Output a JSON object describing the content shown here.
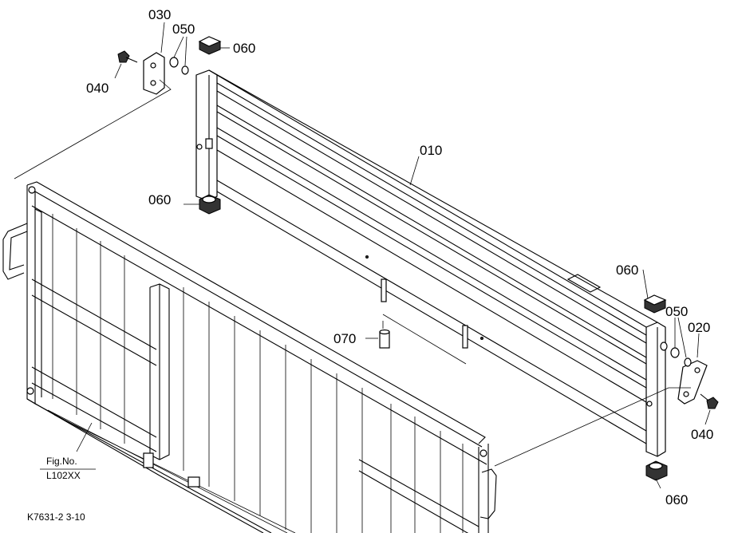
{
  "callouts": {
    "p010": "010",
    "p020": "020",
    "p030": "030",
    "p040_left": "040",
    "p040_right": "040",
    "p050_left": "050",
    "p050_right": "050",
    "p060_top_left": "060",
    "p060_bottom_left": "060",
    "p060_top_right": "060",
    "p060_bottom_right": "060",
    "p070": "070"
  },
  "fig_ref": {
    "line1": "Fig.No.",
    "line2": "L102XX"
  },
  "drawing_code": "K7631-2 3-10"
}
